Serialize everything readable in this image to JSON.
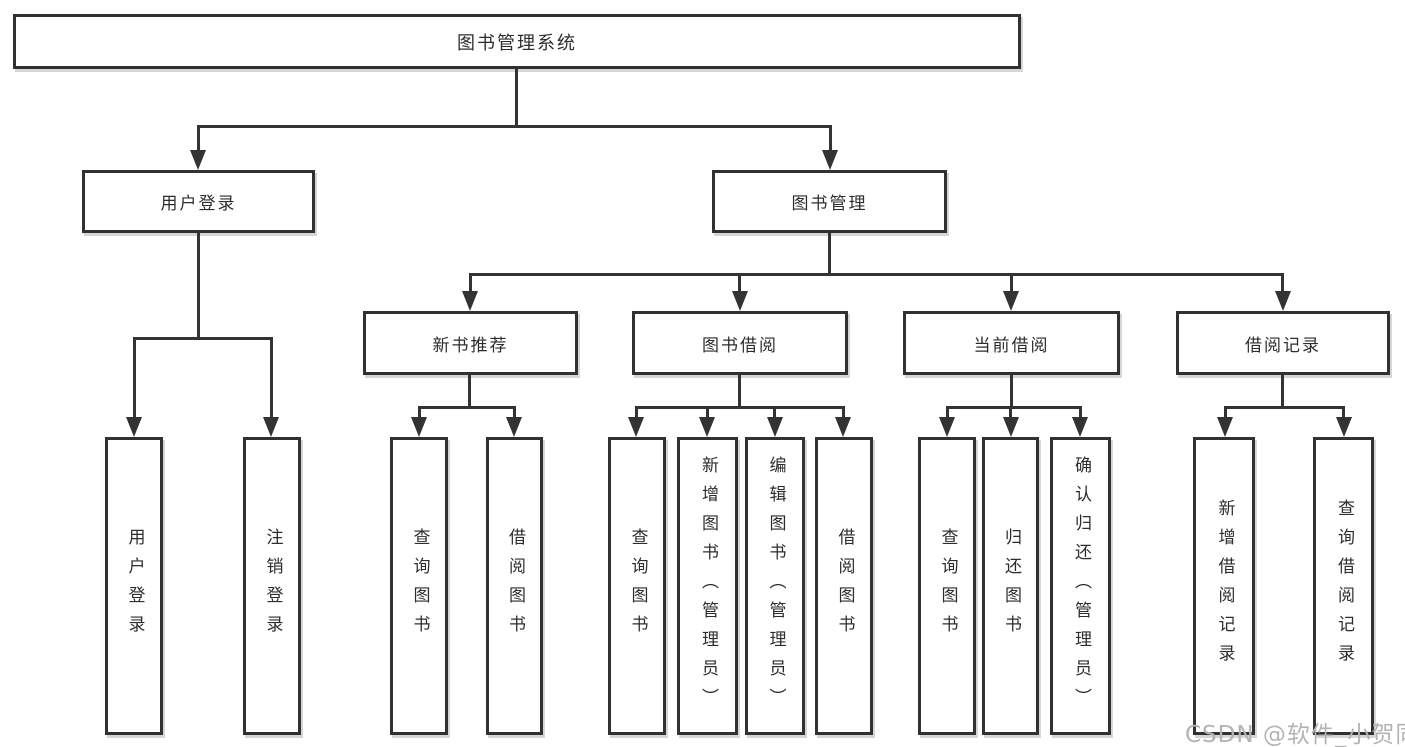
{
  "diagram": {
    "root_label": "图书管理系统",
    "level2": {
      "user_login": "用户登录",
      "book_mgmt": "图书管理"
    },
    "level3": {
      "new_book_rec": "新书推荐",
      "book_borrow": "图书借阅",
      "current_borrow": "当前借阅",
      "borrow_record": "借阅记录"
    },
    "leaves": {
      "user_login": "用户登录",
      "logout": "注销登录",
      "query_book_a": "查询图书",
      "borrow_book_a": "借阅图书",
      "query_book_b": "查询图书",
      "add_book": "新增图书（管理员）",
      "edit_book": "编辑图书（管理员）",
      "borrow_book_b": "借阅图书",
      "query_book_c": "查询图书",
      "return_book": "归还图书",
      "confirm_return": "确认归还（管理员）",
      "add_borrow_record": "新增借阅记录",
      "query_borrow_record": "查询借阅记录"
    },
    "watermark": "CSDN @软件_小贺同学",
    "colors": {
      "line": "#333333",
      "border": "#313131",
      "text": "#2d2d2d",
      "watermark": "#b4b4b4",
      "background": "#ffffff"
    }
  }
}
